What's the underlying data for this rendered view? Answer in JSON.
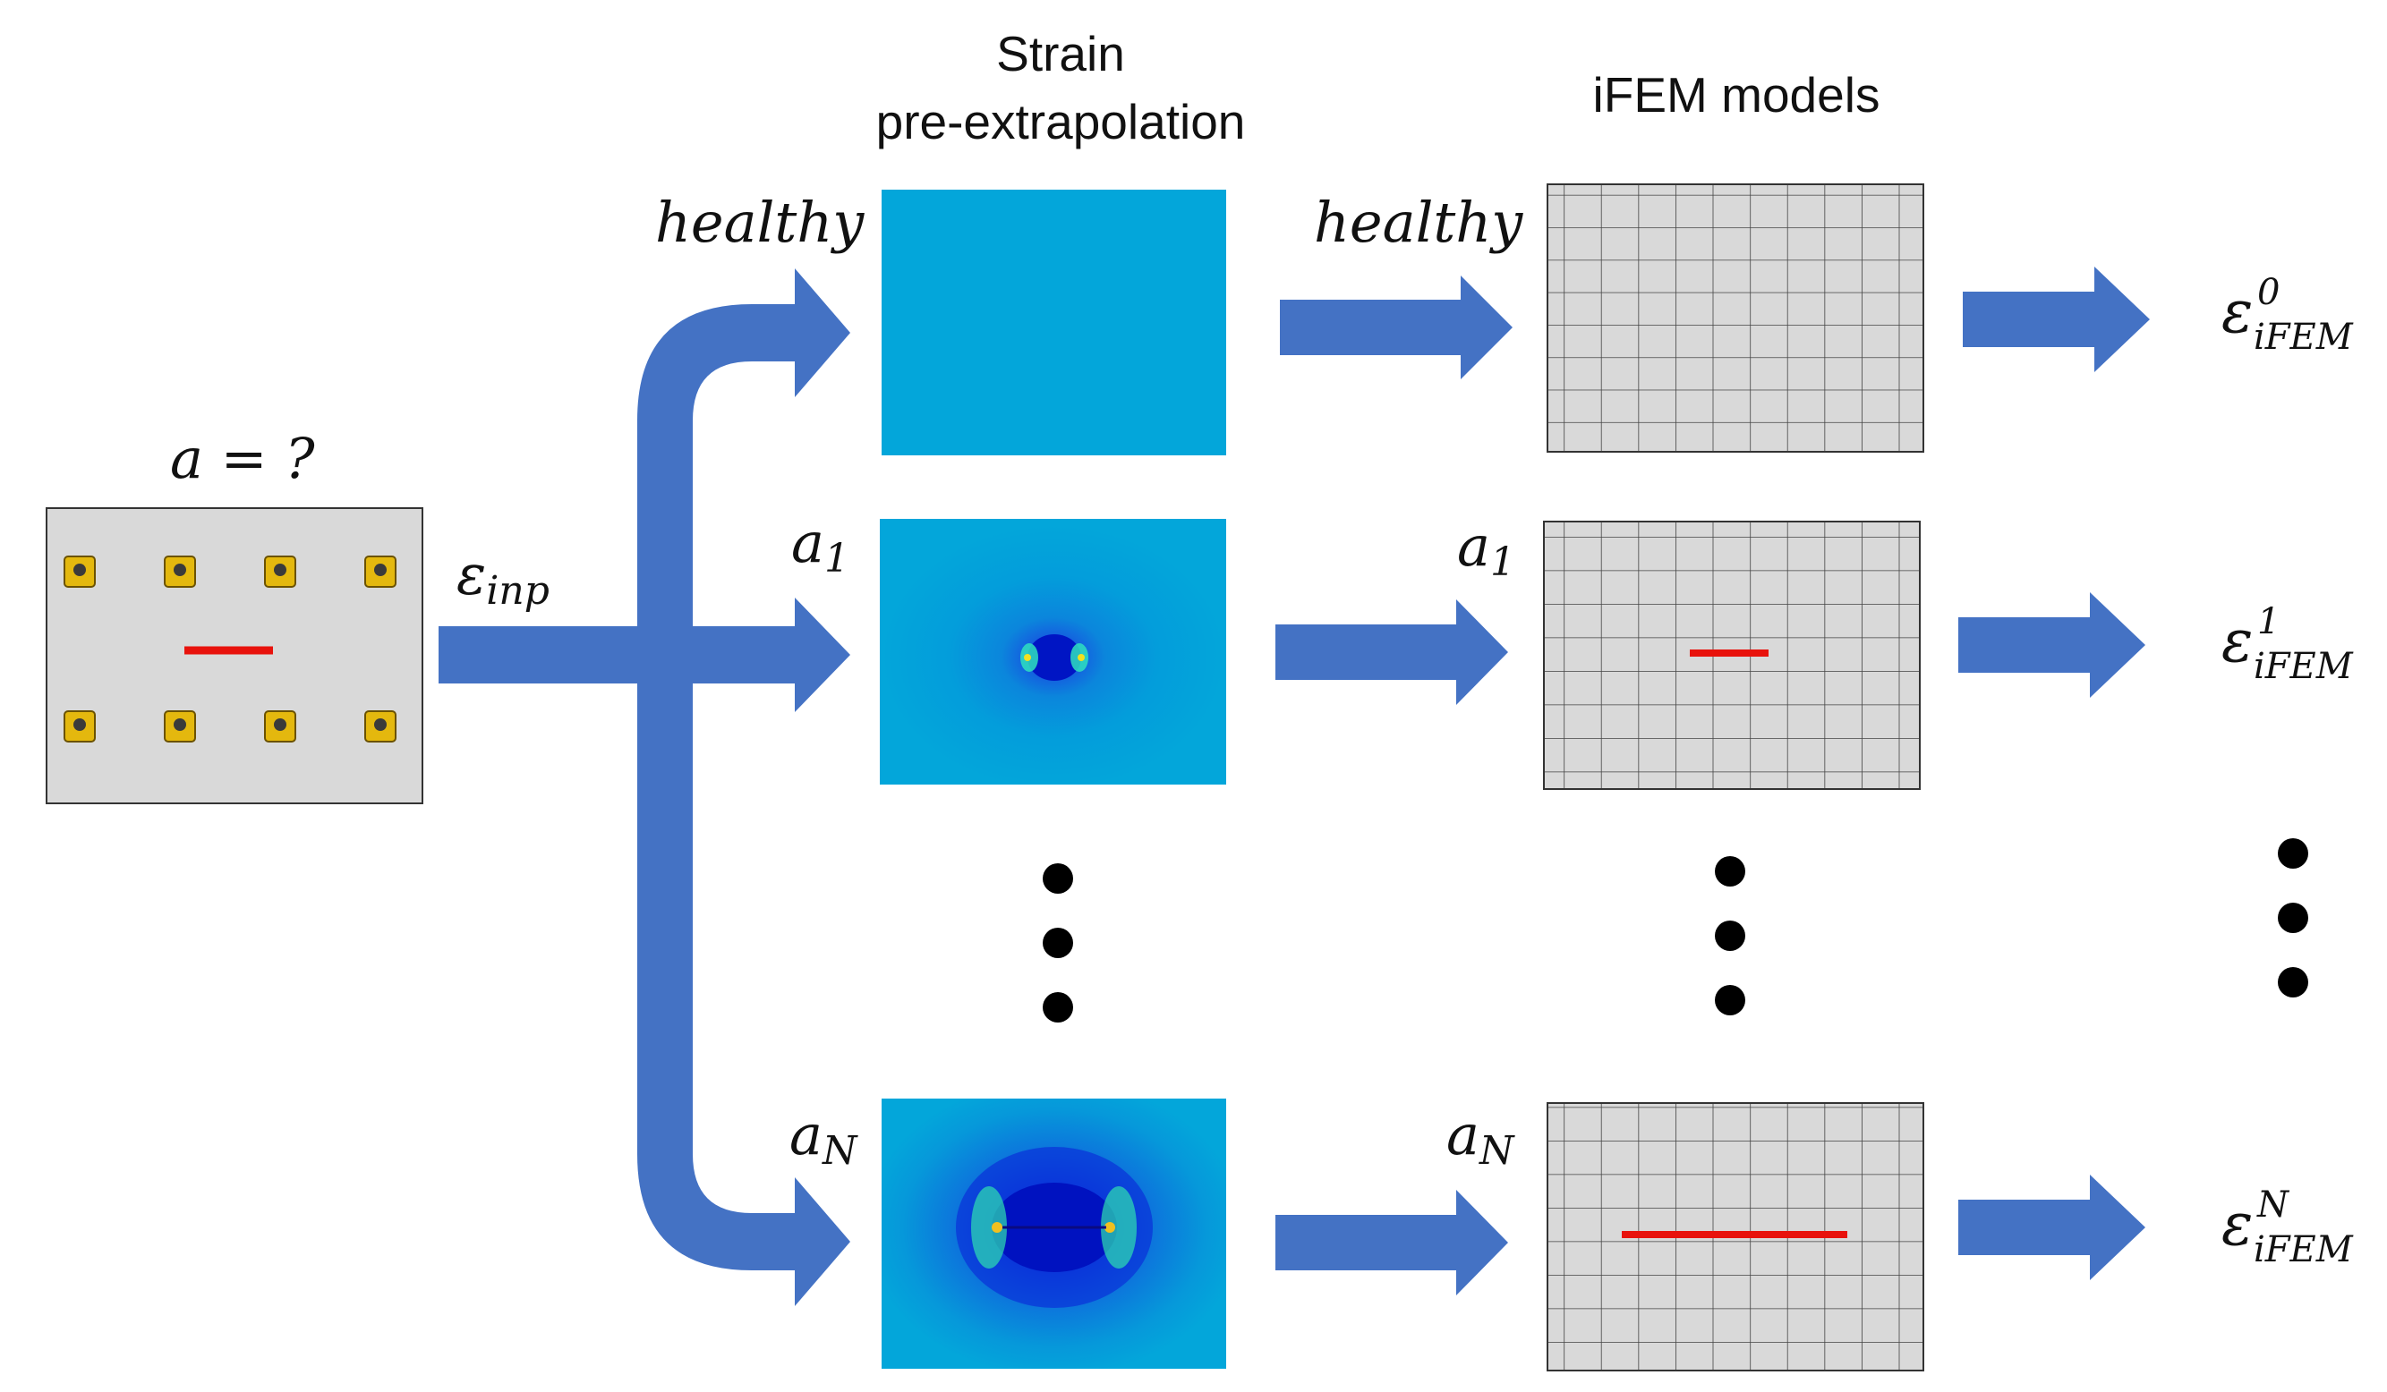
{
  "headings": {
    "strain": "Strain\npre-extrapolation",
    "ifem": "iFEM models"
  },
  "labels": {
    "a_unknown": "a = ?",
    "eps_inp_symbol": "ε",
    "eps_inp_sub": "inp",
    "healthy": "healthy",
    "a1_symbol": "a",
    "a1_sub": "1",
    "aN_symbol": "a",
    "aN_sub": "N"
  },
  "outputs": [
    {
      "symbol": "ε",
      "sup": "0",
      "sub": "iFEM"
    },
    {
      "symbol": "ε",
      "sup": "1",
      "sub": "iFEM"
    },
    {
      "symbol": "ε",
      "sup": "N",
      "sub": "iFEM"
    }
  ],
  "colors": {
    "arrow": "#4472C4",
    "panel_gray": "#d9d9d9",
    "crack": "#e8120c",
    "field_base": "#03a6da",
    "field_dark": "#0022cc",
    "sensor": "#e4b80e"
  }
}
